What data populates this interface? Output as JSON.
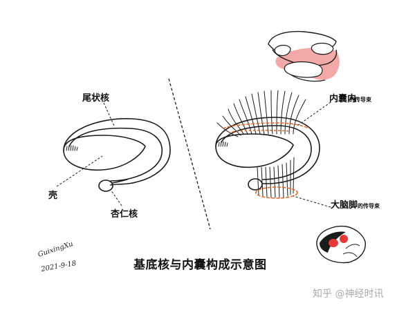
{
  "title": "基底核与内囊构成示意图",
  "labels": {
    "caudate": "尾状核",
    "putamen": "壳",
    "amygdala": "杏仁核",
    "internal_capsule_main": "内囊内",
    "internal_capsule_sub": "的传导束",
    "cerebral_peduncle_main": "大脑脚",
    "cerebral_peduncle_sub": "的传导束"
  },
  "signature": {
    "name": "GuixingXu",
    "date": "2021-9-18"
  },
  "watermark": "知乎 @神经时讯",
  "colors": {
    "line": "#1a1a1a",
    "tract_orange": "#e06a2a",
    "highlight_pink": "#f4a9a9",
    "peduncle_red": "#e53935"
  }
}
